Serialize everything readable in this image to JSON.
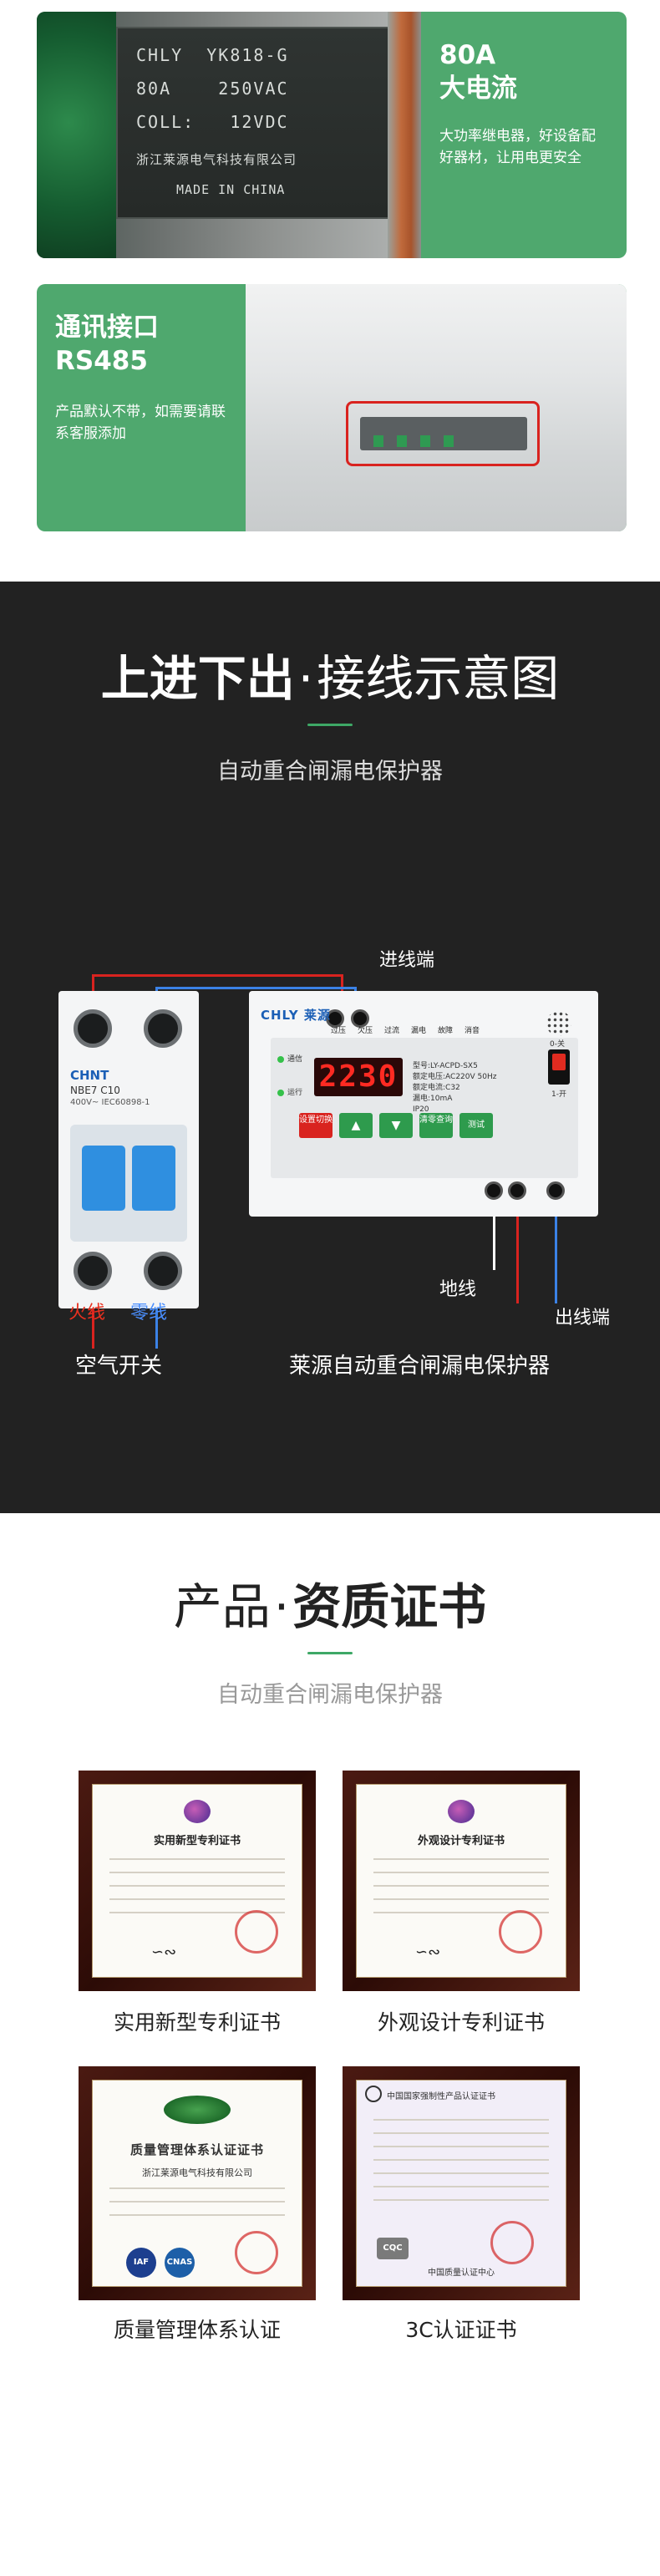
{
  "colors": {
    "green": "#4fa86e",
    "dark_bg": "#222222",
    "red_wire": "#d9231f",
    "blue_wire": "#3b82e6",
    "accent_green": "#3ea866"
  },
  "feature_relay": {
    "title_line1": "80A",
    "title_line2": "大电流",
    "description": "大功率继电器，好设备配好器材，让用电更安全",
    "relay_print": {
      "line1": "CHLY  YK818-G",
      "line2": "80A    250VAC",
      "line3": "COLL:   12VDC",
      "line4": "浙江莱源电气科技有限公司",
      "line5": "MADE IN CHINA"
    }
  },
  "feature_comm": {
    "title_line1": "通讯接口",
    "title_line2": "RS485",
    "description": "产品默认不带，如需要请联系客服添加"
  },
  "wiring_section": {
    "title_bold": "上进下出",
    "title_dot": "·",
    "title_light": "接线示意图",
    "subtitle": "自动重合闸漏电保护器",
    "label_in": "进线端",
    "label_ground": "地线",
    "label_out": "出线端",
    "label_live": "火线",
    "label_neutral": "零线",
    "caption_breaker": "空气开关",
    "caption_protector": "莱源自动重合闸漏电保护器",
    "breaker": {
      "brand": "CHNT",
      "model": "NBE7",
      "rating": "C10",
      "spec1": "400V~",
      "spec2": "IEC60898-1"
    },
    "protector": {
      "brand": "CHLY 莱源",
      "display": "2230",
      "indicators": [
        "过压",
        "欠压",
        "过流",
        "漏电",
        "故障",
        "消音"
      ],
      "status_top": "通信",
      "status_bottom": "运行",
      "keys": [
        "设置切换",
        "▲",
        "▼",
        "清零查询",
        "测试"
      ],
      "spec_lines": [
        "型号:LY-ACPD-SX5",
        "额定电压:AC220V 50Hz",
        "额定电流:C32",
        "漏电:10mA",
        "IP20"
      ],
      "switch_on": "0-关",
      "switch_off": "1-开"
    }
  },
  "cert_section": {
    "title_light": "产品",
    "title_dot": "·",
    "title_bold": "资质证书",
    "subtitle": "自动重合闸漏电保护器",
    "certs": [
      {
        "caption": "实用新型专利证书",
        "paper_title": "实用新型专利证书"
      },
      {
        "caption": "外观设计专利证书",
        "paper_title": "外观设计专利证书"
      },
      {
        "caption": "质量管理体系认证",
        "paper_title": "质量管理体系认证证书",
        "company": "浙江莱源电气科技有限公司"
      },
      {
        "caption": "3C认证证书",
        "paper_title": "中国国家强制性产品认证证书",
        "issuer": "中国质量认证中心"
      }
    ]
  }
}
